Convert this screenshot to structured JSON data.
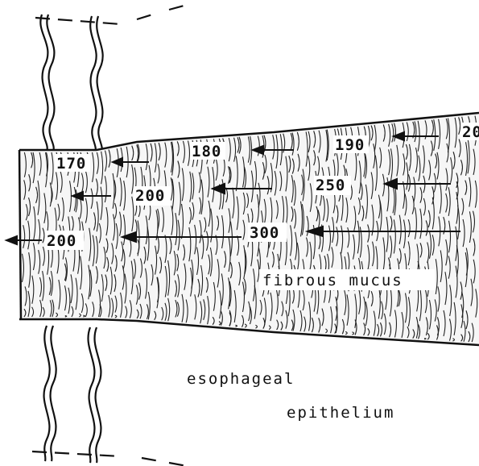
{
  "velocities": [
    {
      "id": "v170",
      "text": "170"
    },
    {
      "id": "v180",
      "text": "180"
    },
    {
      "id": "v190",
      "text": "190"
    },
    {
      "id": "v20x",
      "text": "20"
    },
    {
      "id": "v200a",
      "text": "200"
    },
    {
      "id": "v250",
      "text": "250"
    },
    {
      "id": "v200b",
      "text": "200"
    },
    {
      "id": "v300",
      "text": "300"
    }
  ],
  "labels": {
    "mucus": "fibrous mucus",
    "epithelium_line1": "esophageal",
    "epithelium_line2": "epithelium"
  },
  "colors": {
    "ink": "#111111",
    "background": "#ffffff"
  }
}
